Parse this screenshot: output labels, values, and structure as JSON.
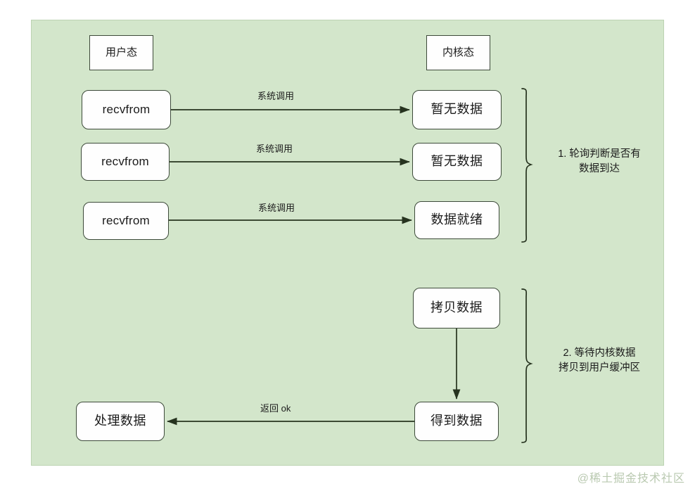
{
  "diagram": {
    "title": "BIO blocking IO flow",
    "panel": {
      "background": "#d3e6cb",
      "border": "#bcd3b2"
    },
    "node_style": {
      "fill": "#fefefe",
      "stroke": "#3d4a3a"
    },
    "headers": [
      {
        "id": "user-mode",
        "label": "用户态"
      },
      {
        "id": "kernel-mode",
        "label": "内核态"
      }
    ],
    "nodes": [
      {
        "id": "recvfrom-1",
        "label": "recvfrom"
      },
      {
        "id": "recvfrom-2",
        "label": "recvfrom"
      },
      {
        "id": "recvfrom-3",
        "label": "recvfrom"
      },
      {
        "id": "no-data-1",
        "label": "暂无数据"
      },
      {
        "id": "no-data-2",
        "label": "暂无数据"
      },
      {
        "id": "data-ready",
        "label": "数据就绪"
      },
      {
        "id": "copy-data",
        "label": "拷贝数据"
      },
      {
        "id": "got-data",
        "label": "得到数据"
      },
      {
        "id": "process-data",
        "label": "处理数据"
      }
    ],
    "edge_labels": [
      {
        "id": "syscall-1",
        "label": "系统调用"
      },
      {
        "id": "syscall-2",
        "label": "系统调用"
      },
      {
        "id": "syscall-3",
        "label": "系统调用"
      },
      {
        "id": "return-ok",
        "label": "返回 ok"
      }
    ],
    "annotations": [
      {
        "id": "note-1",
        "label": "1. 轮询判断是否有\n数据到达"
      },
      {
        "id": "note-2",
        "label": "2. 等待内核数据\n拷贝到用户缓冲区"
      }
    ],
    "watermark": "@稀土掘金技术社区"
  }
}
